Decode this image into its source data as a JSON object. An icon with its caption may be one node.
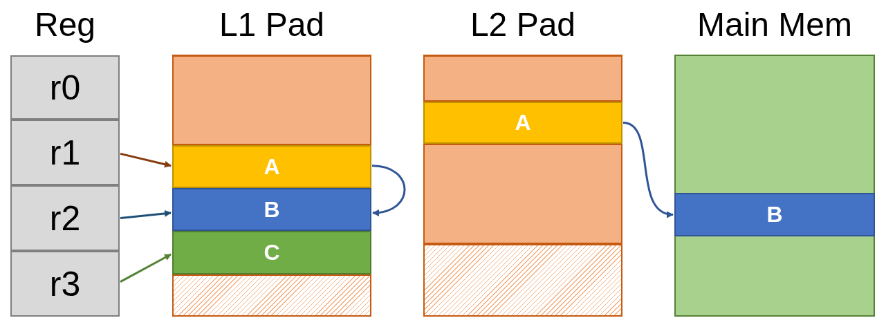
{
  "diagram": {
    "nodes": [
      {
        "text": [
          "Reg"
        ]
      },
      {
        "text": [
          "r0"
        ],
        "in": 0
      },
      {
        "text": [
          "r1"
        ],
        "in": 0
      },
      {
        "text": [
          "r2"
        ],
        "in": 0
      },
      {
        "text": [
          "r3"
        ],
        "in": 0
      },
      {
        "text": [
          "L1 Pad"
        ]
      },
      {
        "text": [],
        "shape": "box",
        "in": 5
      },
      {
        "text": [
          "A"
        ],
        "in": 5
      },
      {
        "text": [
          "B"
        ],
        "in": 5
      },
      {
        "text": [
          "C"
        ],
        "in": 5
      },
      {
        "text": [],
        "shape": "box",
        "in": 5
      },
      {
        "text": [
          "L2 Pad"
        ]
      },
      {
        "text": [],
        "shape": "box",
        "in": 11
      },
      {
        "text": [
          "A"
        ],
        "in": 11
      },
      {
        "text": [],
        "shape": "box",
        "in": 11
      },
      {
        "text": [],
        "shape": "box",
        "in": 11
      },
      {
        "text": [
          "Main Mem"
        ]
      },
      {
        "text": [
          "B"
        ],
        "in": 16
      }
    ],
    "edges": [
      {
        "from": 2,
        "to": 7,
        "arrow": "to",
        "color": "#843c0c"
      },
      {
        "from": 3,
        "to": 8,
        "arrow": "to",
        "color": "#1f4e79"
      },
      {
        "from": 4,
        "to": 9,
        "arrow": "to",
        "color": "#548235"
      },
      {
        "from": 7,
        "to": 8,
        "arrow": "to"
      },
      {
        "from": 13,
        "to": 17,
        "arrow": "to"
      }
    ]
  }
}
